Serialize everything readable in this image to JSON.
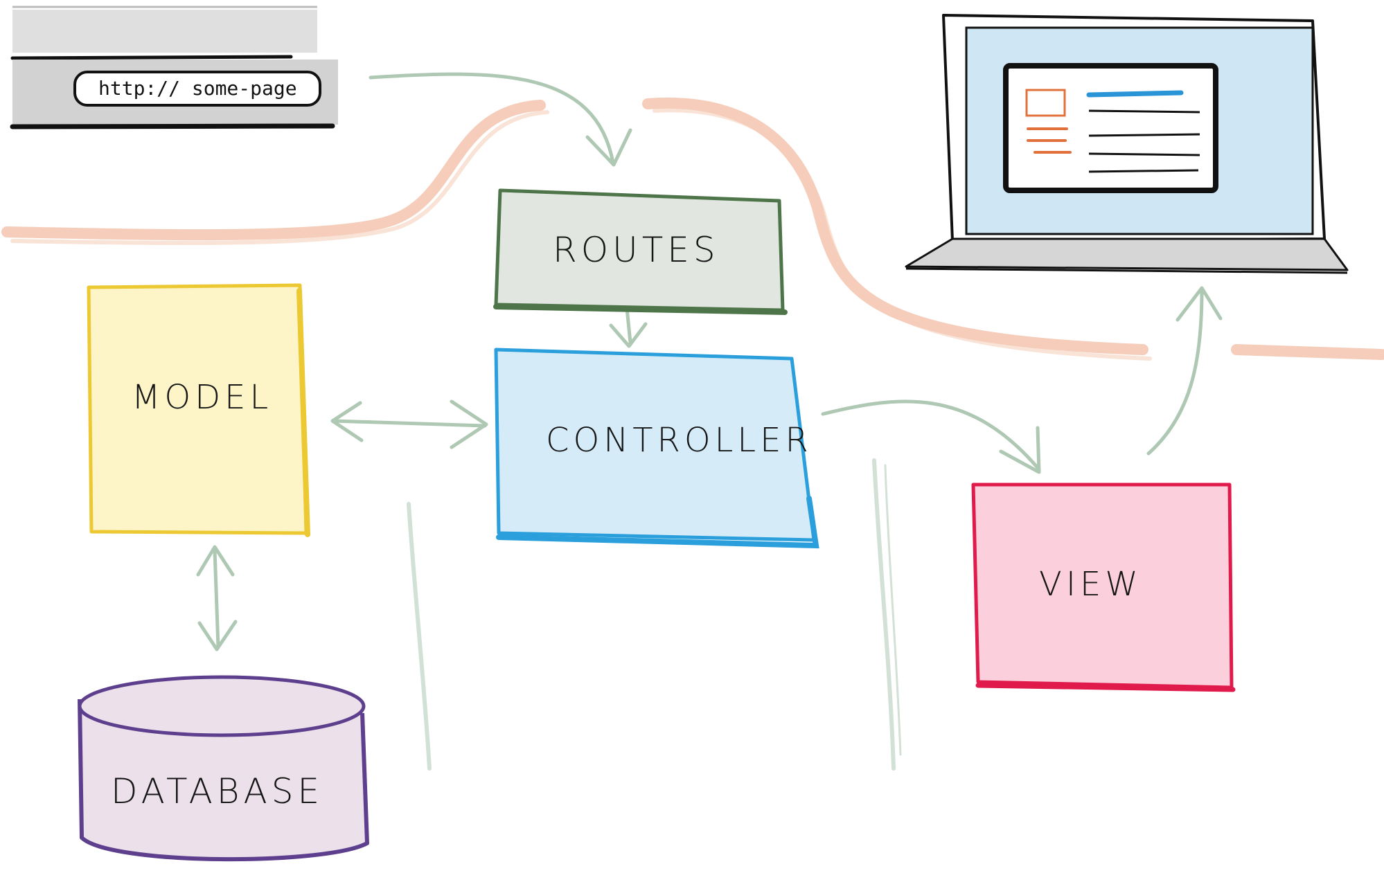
{
  "browser": {
    "url": "http:// some-page"
  },
  "nodes": {
    "routes": "ROUTES",
    "model": "MODEL",
    "controller": "CONTROLLER",
    "view": "VIEW",
    "database": "DATABASE"
  },
  "colors": {
    "routes_fill": "#e1e7e0",
    "routes_stroke": "#4e7549",
    "model_fill": "#fdf5c8",
    "model_stroke": "#ecc833",
    "controller_fill": "#d5ecf8",
    "controller_stroke": "#2a9fdb",
    "view_fill": "#fbd0dc",
    "view_stroke": "#e01b4c",
    "database_fill": "#ece0ea",
    "database_stroke": "#5d3f8e",
    "arrow": "#aec8b4",
    "flow": "#f4c4ae",
    "screen": "#cfe6f4",
    "accent_orange": "#e2703a",
    "accent_blue": "#2a95d6"
  },
  "icons": {
    "browser": "browser-window",
    "laptop": "laptop-icon"
  }
}
